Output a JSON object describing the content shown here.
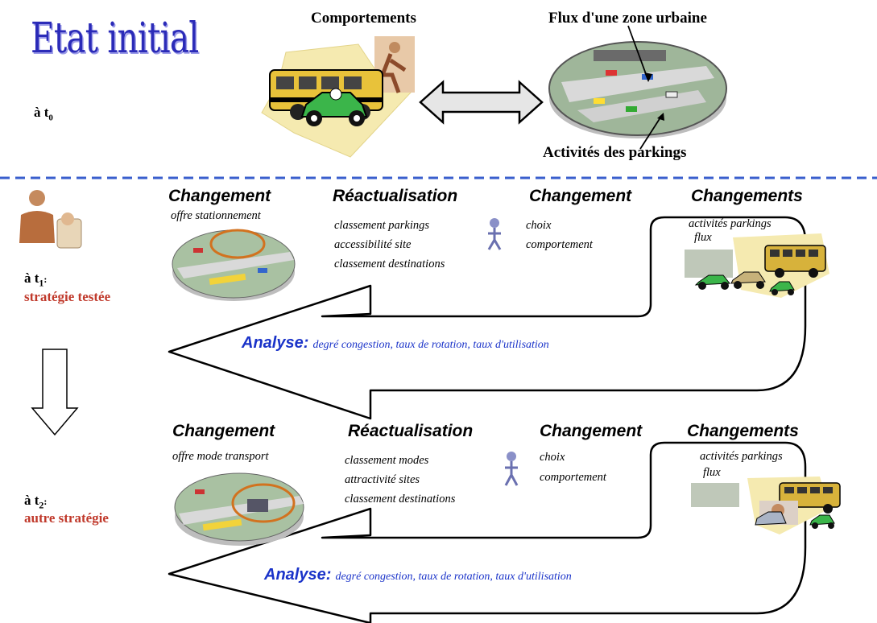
{
  "initial": {
    "title": "Etat initial",
    "time": "à t",
    "time_sub": "0",
    "behaviours_label": "Comportements",
    "flows_label": "Flux d'une zone urbaine",
    "parking_label": "Activités des parkings"
  },
  "t1": {
    "time": "à t",
    "time_sub": "1",
    "time_suffix": ":",
    "strategy": "stratégie testée",
    "steps": [
      {
        "heading": "Changement",
        "lines": [
          "offre stationnement"
        ]
      },
      {
        "heading": "Réactualisation",
        "lines": [
          "classement parkings",
          "accessibilité site",
          "classement destinations"
        ]
      },
      {
        "heading": "Changement",
        "lines": [
          "choix",
          "comportement"
        ]
      },
      {
        "heading": "Changements",
        "lines": [
          "activités parkings",
          "flux"
        ]
      }
    ],
    "analyse_title": "Analyse:",
    "analyse_text": "degré congestion, taux de rotation, taux d'utilisation"
  },
  "t2": {
    "time": "à t",
    "time_sub": "2",
    "time_suffix": ":",
    "strategy": "autre stratégie",
    "steps": [
      {
        "heading": "Changement",
        "lines": [
          "offre mode transport"
        ]
      },
      {
        "heading": "Réactualisation",
        "lines": [
          "classement modes",
          "attractivité sites",
          "classement destinations"
        ]
      },
      {
        "heading": "Changement",
        "lines": [
          "choix",
          "comportement"
        ]
      },
      {
        "heading": "Changements",
        "lines": [
          "activités parkings",
          "flux"
        ]
      }
    ],
    "analyse_title": "Analyse:",
    "analyse_text": "degré congestion, taux de rotation, taux d'utilisation"
  },
  "colors": {
    "title": "#2b2bb8",
    "divider": "#3a5fcd",
    "strategy": "#c0392b",
    "analyse": "#1a33c9"
  }
}
